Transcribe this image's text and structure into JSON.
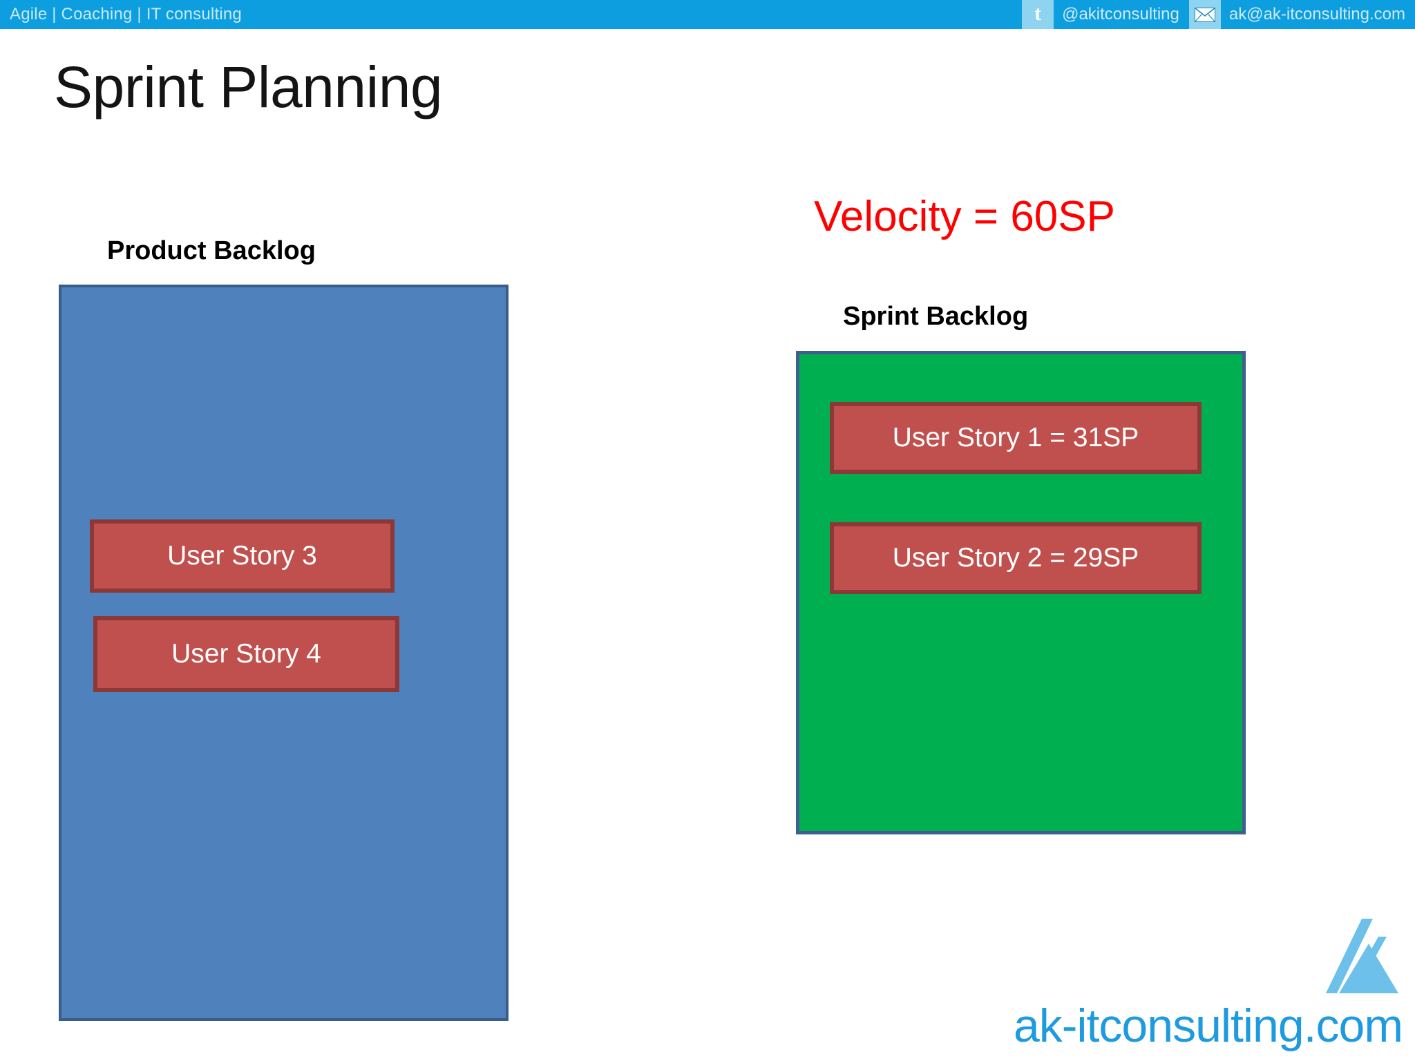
{
  "topbar": {
    "tagline": "Agile | Coaching | IT consulting",
    "twitter": {
      "icon": "twitter-bird-icon",
      "glyph": "t",
      "handle": "@akitconsulting"
    },
    "email": {
      "icon": "envelope-icon",
      "glyph": "✉",
      "address": "ak@ak-itconsulting.com"
    },
    "bg_color": "#0d9ee0",
    "icon_bg_color": "#8ed3ef",
    "text_color": "#cfeaf8"
  },
  "slide": {
    "title": "Sprint Planning",
    "velocity_note": "Velocity = 60SP",
    "velocity_color": "#ff0000"
  },
  "product_backlog": {
    "label": "Product Backlog",
    "fill_color": "#4f81bd",
    "border_color": "#385d8a",
    "stories": [
      {
        "label": "User Story 3"
      },
      {
        "label": "User Story 4"
      }
    ]
  },
  "sprint_backlog": {
    "label": "Sprint Backlog",
    "fill_color": "#00b050",
    "border_color": "#3f5f8f",
    "stories": [
      {
        "label": "User Story 1 = 31SP",
        "points": 31
      },
      {
        "label": "User Story 2 = 29SP",
        "points": 29
      }
    ]
  },
  "story_card_style": {
    "fill_color": "#c0504d",
    "border_color": "#8c3836",
    "text_color": "#ffffff"
  },
  "footer": {
    "logo_mark": "triangle-stripes-logo-icon",
    "wordmark": "ak-itconsulting.com",
    "brand_color": "#1e9ae0",
    "mark_color": "#6cc0ea"
  }
}
